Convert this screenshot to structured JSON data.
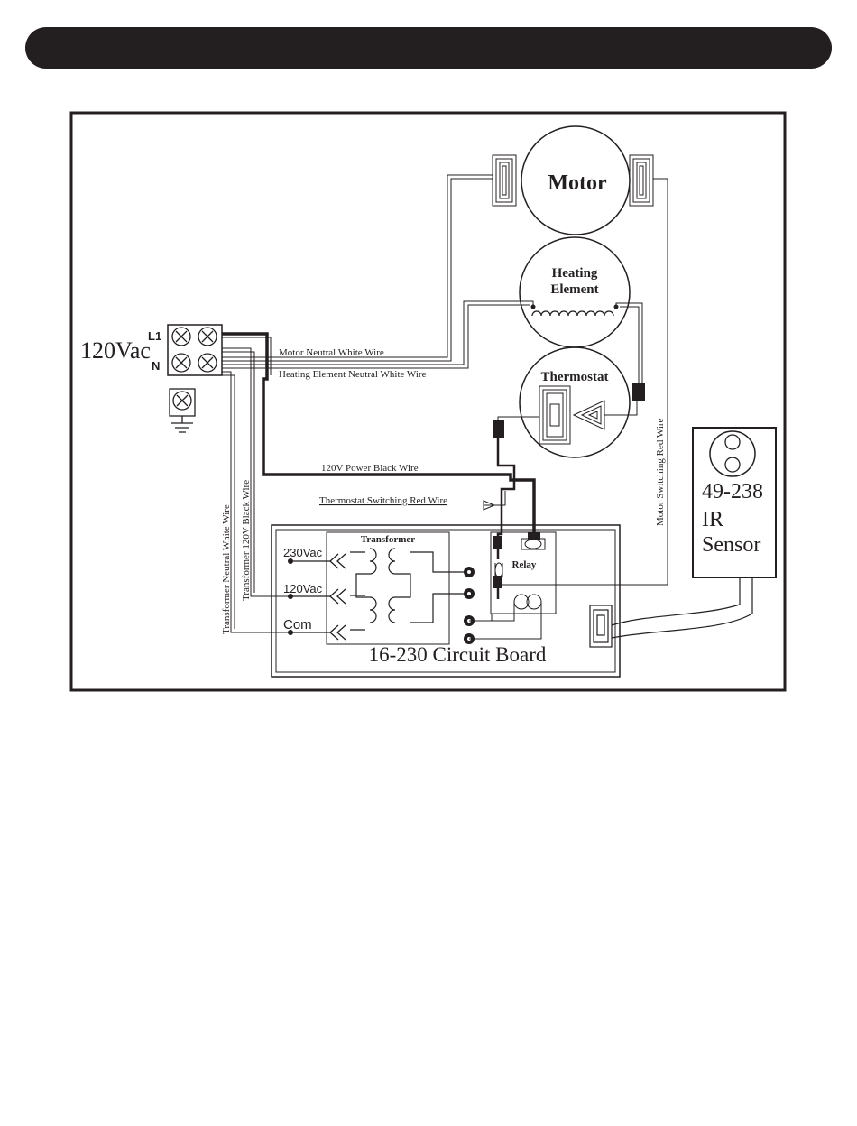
{
  "header": {
    "title": ""
  },
  "diagram": {
    "power_label": "120Vac",
    "terminal_l1": "L1",
    "terminal_n": "N",
    "motor": "Motor",
    "heating_line1": "Heating",
    "heating_line2": "Element",
    "thermostat": "Thermostat",
    "ir_number": "49-238",
    "ir_line2": "IR",
    "ir_line3": "Sensor",
    "transformer": "Transformer",
    "relay": "Relay",
    "tap_230": "230Vac",
    "tap_120": "120Vac",
    "tap_com": "Com",
    "circuit_board": "16-230 Circuit Board",
    "wires": {
      "motor_neutral": "Motor Neutral White Wire",
      "heating_neutral": "Heating Element Neutral White Wire",
      "power_black": "120V Power Black Wire",
      "thermostat_red": "Thermostat Switching Red Wire",
      "motor_red": "Motor Switching Red Wire",
      "transformer_neutral": "Transformer Neutral White Wire",
      "transformer_black": "Transformer 120V Black Wire"
    }
  },
  "colors": {
    "ink": "#231f20",
    "background": "#ffffff"
  }
}
